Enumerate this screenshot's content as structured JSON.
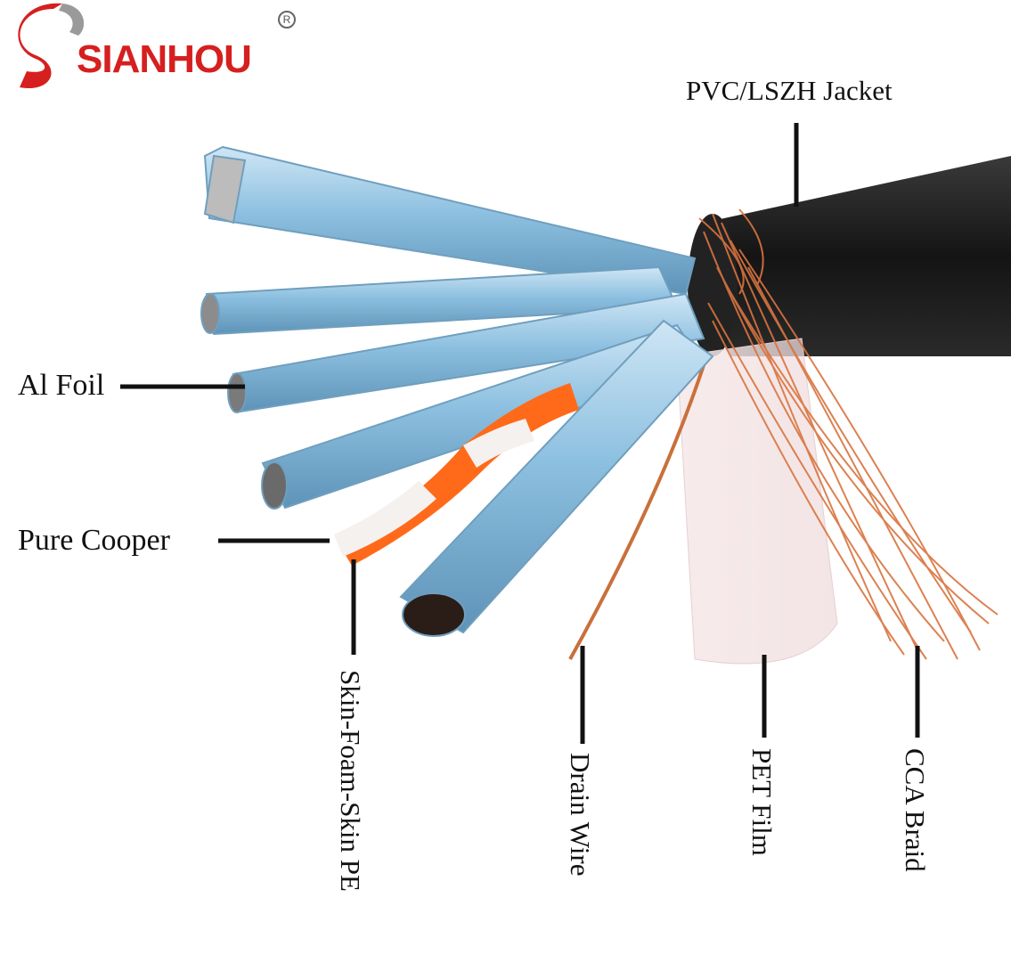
{
  "brand": {
    "name": "SIANHOU",
    "registered_mark": "R",
    "color": "#d61f1f"
  },
  "labels": {
    "jacket": "PVC/LSZH Jacket",
    "foil": "Al Foil",
    "copper": "Pure Cooper",
    "insulation": "Skin-Foam-Skin PE",
    "drain": "Drain Wire",
    "pet": "PET  Film",
    "braid": "CCA Braid"
  },
  "colors": {
    "foil_blue": "#9ecbe6",
    "jacket_black": "#1c1c1c",
    "copper": "#d9743f",
    "orange_pair": "#ff6a1a"
  }
}
